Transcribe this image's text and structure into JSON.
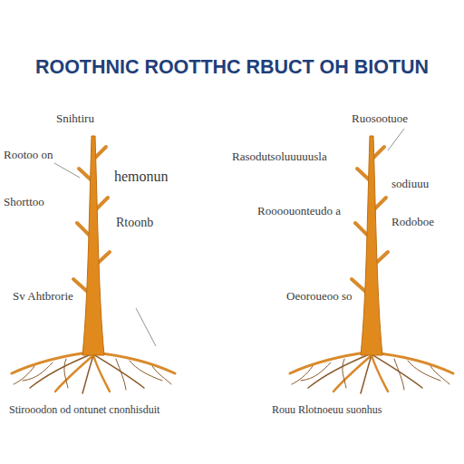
{
  "diagram": {
    "title": "ROOTHNIC ROOTTHC RBUCT OH BIOTUN",
    "labels": [
      "Snihtiru",
      "Rootoo on",
      "hemonun",
      "Shorttoo",
      "Rtoonb",
      "Sv Ahtbrorie",
      "Stirooodon od ontunet cnonhisduit",
      "Ruosootuoe",
      "Rasodutsoluuuuusla",
      "sodiuuu",
      "Roooouonteudo a",
      "Rodoboe",
      "Oeoroueoo so",
      "Rouu Rlotnoeuu suonhus"
    ]
  }
}
